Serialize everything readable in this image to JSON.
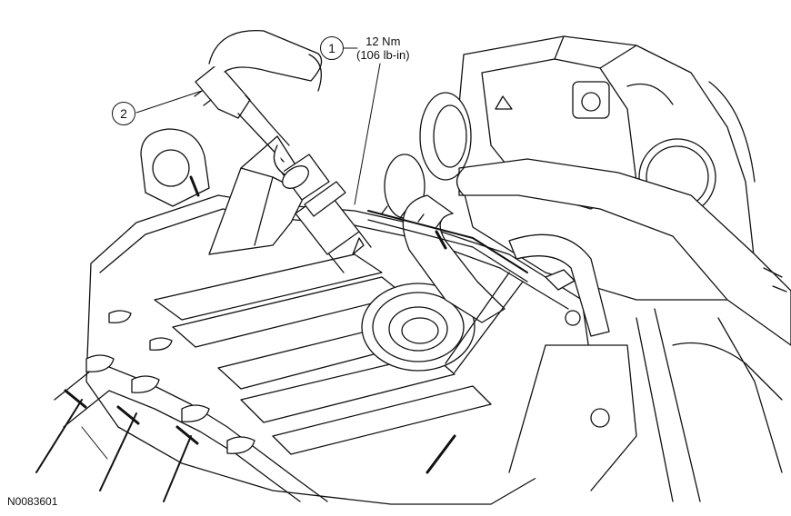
{
  "callouts": [
    {
      "number": "1",
      "torque_metric": "12 Nm",
      "torque_imperial": "(106 lb-in)"
    },
    {
      "number": "2"
    }
  ],
  "figure_id": "N0083601",
  "colors": {
    "ink": "#111111",
    "background": "#ffffff"
  }
}
